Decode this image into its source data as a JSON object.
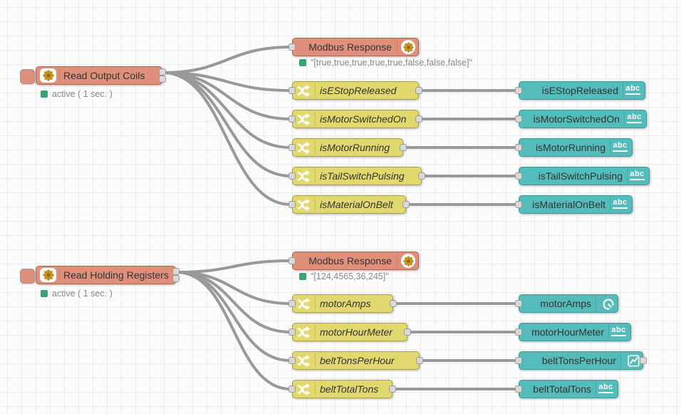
{
  "colors": {
    "modbus_node": "#e0907a",
    "switch_node": "#e2d96e",
    "dashboard_node": "#55bcbc",
    "wire": "#999999",
    "status_ok_square": "#38a273",
    "status_text": "#8a8a8a",
    "grid_line": "#ececec"
  },
  "icons": {
    "modbus": "flower-asterisk-icon",
    "switch": "shuffle-arrows-icon",
    "text_widget": "abc-underline-icon",
    "gauge_widget": "gauge-dial-icon",
    "chart_widget": "line-chart-icon"
  },
  "badge": {
    "abc": "abc"
  },
  "flow1": {
    "source": {
      "label": "Read Output Coils",
      "status": "active ( 1 sec. )"
    },
    "response": {
      "label": "Modbus Response",
      "status": "\"[true,true,true,true,true,false,false,false]\""
    },
    "branches": [
      {
        "switch_label": "isEStopReleased",
        "output_label": "isEStopReleased",
        "widget": "text"
      },
      {
        "switch_label": "isMotorSwitchedOn",
        "output_label": "isMotorSwitchedOn",
        "widget": "text"
      },
      {
        "switch_label": "isMotorRunning",
        "output_label": "isMotorRunning",
        "widget": "text"
      },
      {
        "switch_label": "isTailSwitchPulsing",
        "output_label": "isTailSwitchPulsing",
        "widget": "text"
      },
      {
        "switch_label": "isMaterialOnBelt",
        "output_label": "isMaterialOnBelt",
        "widget": "text"
      }
    ]
  },
  "flow2": {
    "source": {
      "label": "Read Holding Registers",
      "status": "active ( 1 sec. )"
    },
    "response": {
      "label": "Modbus Response",
      "status": "\"[124,4565,36,245]\""
    },
    "branches": [
      {
        "switch_label": "motorAmps",
        "output_label": "motorAmps",
        "widget": "gauge"
      },
      {
        "switch_label": "motorHourMeter",
        "output_label": "motorHourMeter",
        "widget": "text"
      },
      {
        "switch_label": "beltTonsPerHour",
        "output_label": "beltTonsPerHour",
        "widget": "chart"
      },
      {
        "switch_label": "beltTotalTons",
        "output_label": "beltTotalTons",
        "widget": "text"
      }
    ]
  }
}
